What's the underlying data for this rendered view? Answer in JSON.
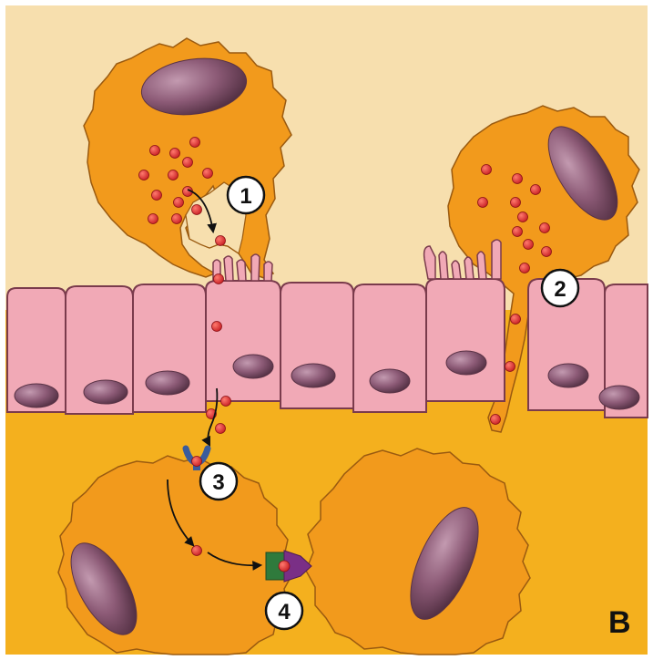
{
  "steps": {
    "s1": "1",
    "s2": "2",
    "s3": "3",
    "s4": "4"
  },
  "panel_letter": "B",
  "colors": {
    "top_background": "#f7dfae",
    "bottom_background": "#f4b01e",
    "cell_orange": "#f29a1c",
    "epithelium_pink": "#f1a9b6",
    "nucleus_purple": "#7d4d67",
    "particle_red": "#e0262b",
    "receptor_blue": "#3a5c9c",
    "receptor_green": "#2f7a3c",
    "receptor_purple": "#7a2f86"
  }
}
